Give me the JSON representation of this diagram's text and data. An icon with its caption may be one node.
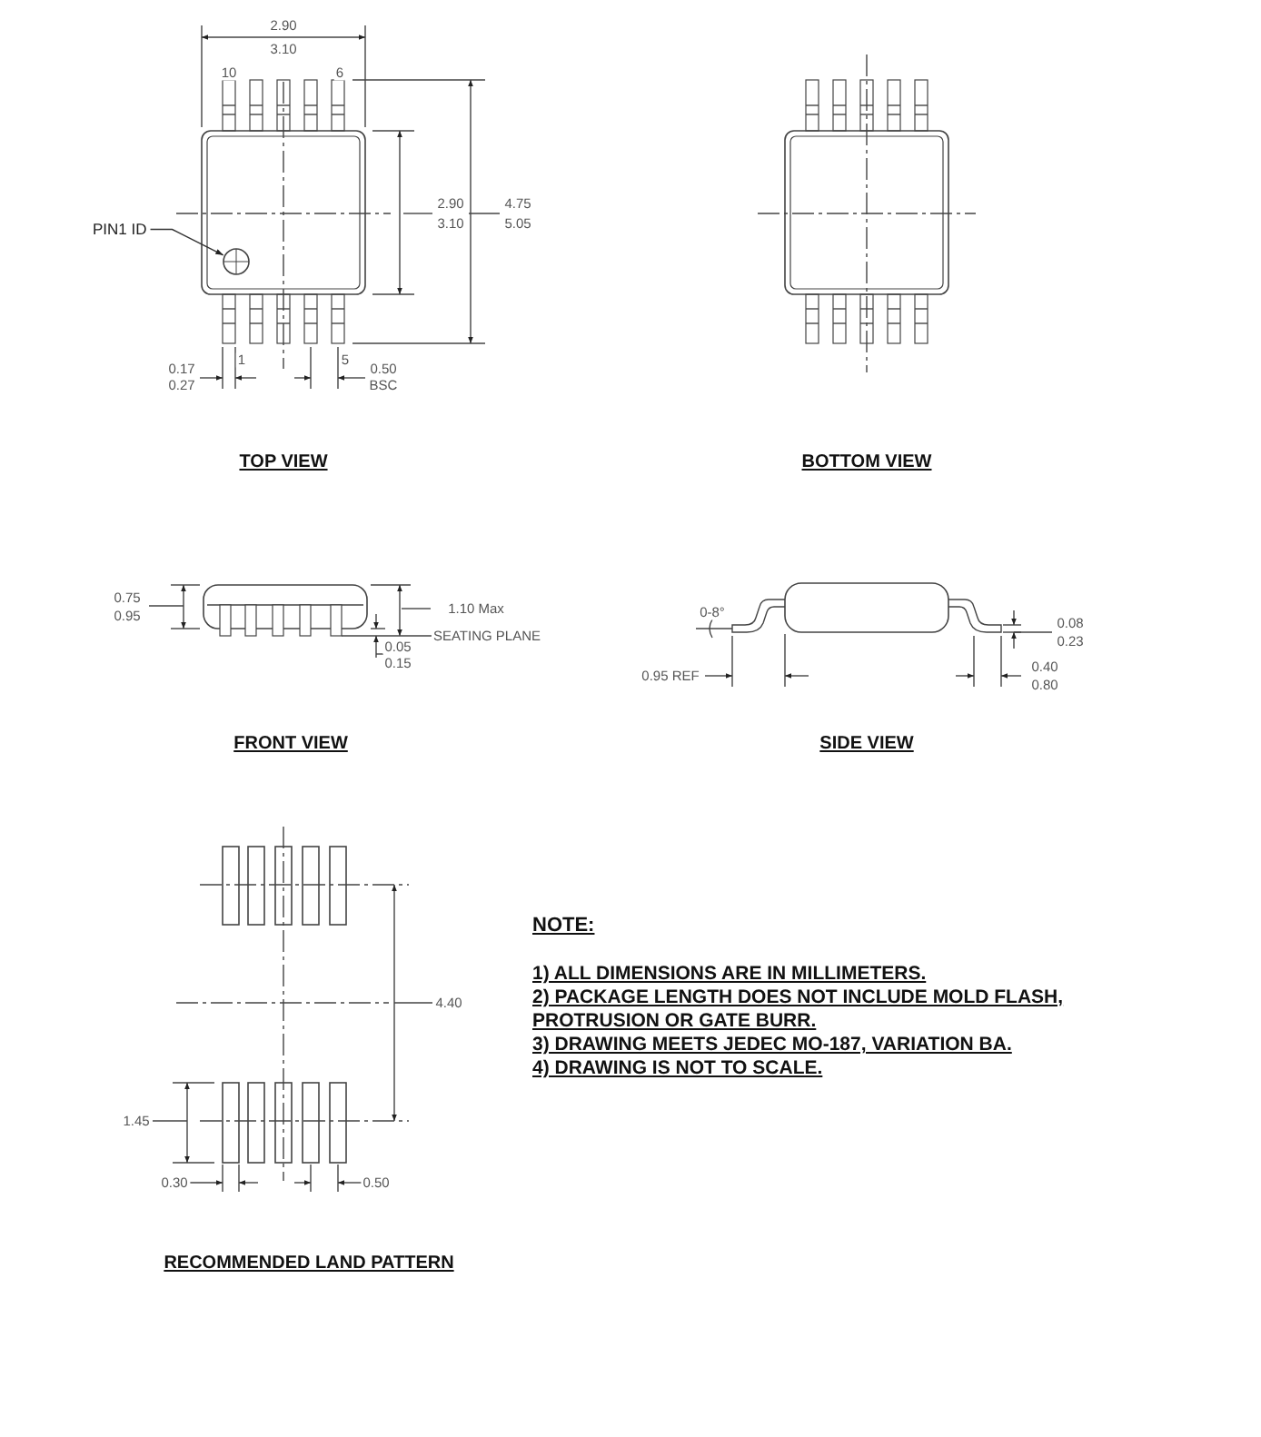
{
  "diagram": {
    "nodes": [
      {
        "text": [
          "PIN1 ID"
        ]
      },
      {
        "text": [],
        "shape": "circle"
      }
    ],
    "edges": [
      {
        "from": 0,
        "to": 1,
        "arrow": "to"
      }
    ],
    "labels": [
      "2.90",
      "3.10",
      "10",
      "6",
      "2.90",
      "3.10",
      "4.75",
      "5.05",
      "1",
      "5",
      "0.17",
      "0.27",
      "0.50",
      "BSC",
      "TOP VIEW",
      "BOTTOM VIEW",
      "0.75",
      "0.95",
      "1.10 Max",
      "SEATING PLANE",
      "0.05",
      "0.15",
      "0-8°",
      "0.08",
      "0.23",
      "0.95 REF",
      "0.40",
      "0.80",
      "FRONT VIEW",
      "SIDE VIEW",
      "4.40",
      "NOTE:",
      "1) ALL DIMENSIONS ARE IN MILLIMETERS.",
      "2) PACKAGE LENGTH DOES NOT INCLUDE MOLD FLASH, PROTRUSION OR GATE BURR.",
      "3) DRAWING MEETS JEDEC MO-187, VARIATION BA.",
      "4) DRAWING IS NOT TO SCALE.",
      "1.45",
      "0.30",
      "0.50",
      "RECOMMENDED LAND PATTERN"
    ]
  }
}
